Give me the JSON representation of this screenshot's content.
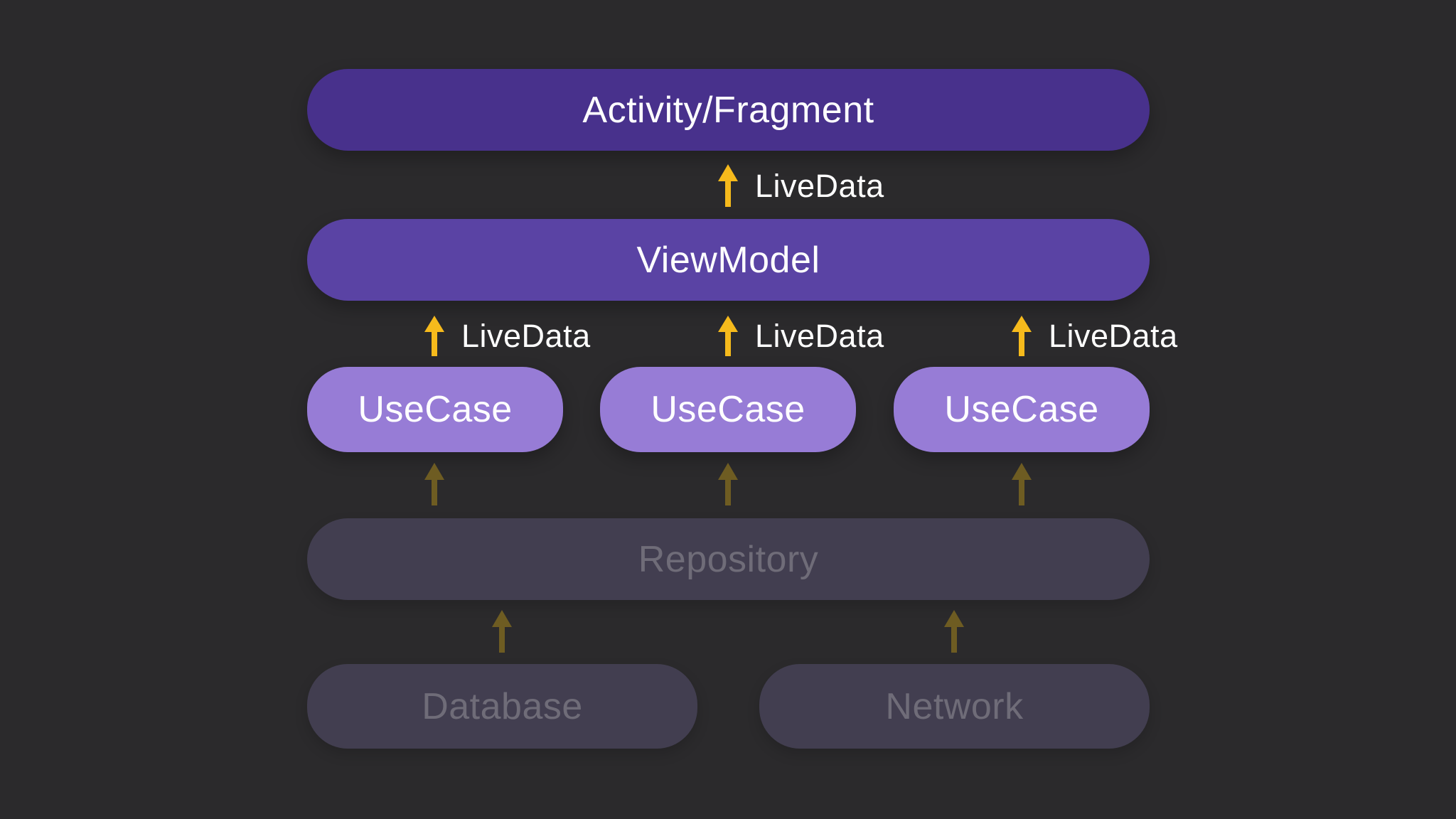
{
  "colors": {
    "background": "#2b2a2c",
    "activity_pill": "#48318c",
    "viewmodel_pill": "#5a43a4",
    "usecase_pill": "#977cd6",
    "inactive_pill": "#423e50",
    "active_text": "#ffffff",
    "inactive_text": "#6f6c78",
    "arrow_active": "#f6ba1c",
    "arrow_inactive": "#6e5c22"
  },
  "nodes": {
    "activity": "Activity/Fragment",
    "viewmodel": "ViewModel",
    "usecases": [
      "UseCase",
      "UseCase",
      "UseCase"
    ],
    "repository": "Repository",
    "database": "Database",
    "network": "Network"
  },
  "edges": {
    "livedata_top": "LiveData",
    "livedata_mid": [
      "LiveData",
      "LiveData",
      "LiveData"
    ]
  }
}
